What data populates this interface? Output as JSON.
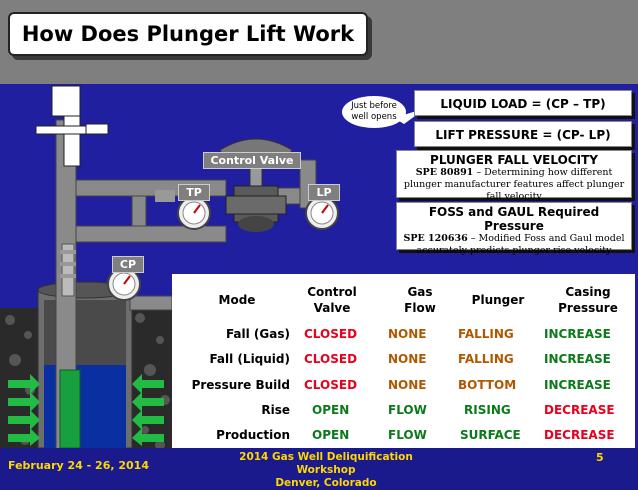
{
  "title": "How Does Plunger Lift Work",
  "labels": {
    "control_valve": "Control Valve",
    "tp": "TP",
    "lp": "LP",
    "cp": "CP"
  },
  "callout": {
    "line1": "Just before",
    "line2": "well opens"
  },
  "panels": {
    "liquid_load": "LIQUID LOAD = (CP – TP)",
    "lift_pressure": "LIFT PRESSURE = (CP- LP)",
    "fall_velocity": {
      "title": "PLUNGER FALL VELOCITY",
      "spe": "SPE 80891",
      "text": " – Determining how different plunger manufacturer features affect plunger fall velocity"
    },
    "foss_gaul": {
      "title": "FOSS and GAUL Required Pressure",
      "spe": "SPE 120636",
      "text": " – Modified Foss and Gaul model accurately predicts plunger rise velocity"
    }
  },
  "table": {
    "headers": {
      "mode": "Mode",
      "valve1": "Control",
      "valve2": "Valve",
      "gas1": "Gas",
      "gas2": "Flow",
      "plunger": "Plunger",
      "casing1": "Casing",
      "casing2": "Pressure"
    },
    "rows": [
      {
        "mode": "Fall (Gas)",
        "valve": "CLOSED",
        "gas": "NONE",
        "plunger": "FALLING",
        "casing": "INCREASE"
      },
      {
        "mode": "Fall (Liquid)",
        "valve": "CLOSED",
        "gas": "NONE",
        "plunger": "FALLING",
        "casing": "INCREASE"
      },
      {
        "mode": "Pressure Build",
        "valve": "CLOSED",
        "gas": "NONE",
        "plunger": "BOTTOM",
        "casing": "INCREASE"
      },
      {
        "mode": "Rise",
        "valve": "OPEN",
        "gas": "FLOW",
        "plunger": "RISING",
        "casing": "DECREASE"
      },
      {
        "mode": "Production",
        "valve": "OPEN",
        "gas": "FLOW",
        "plunger": "SURFACE",
        "casing": "DECREASE"
      }
    ]
  },
  "footer": {
    "date": "February 24 - 26, 2014",
    "event1": "2014 Gas Well Deliquification Workshop",
    "event2": "Denver, Colorado",
    "page": "5"
  },
  "colors": {
    "background": "#1f1fa0",
    "header_band": "#7f7f7f",
    "footer_text": "#ffd700",
    "closed": "#e8001c",
    "none": "#b05800",
    "open": "#0a7a1a"
  }
}
